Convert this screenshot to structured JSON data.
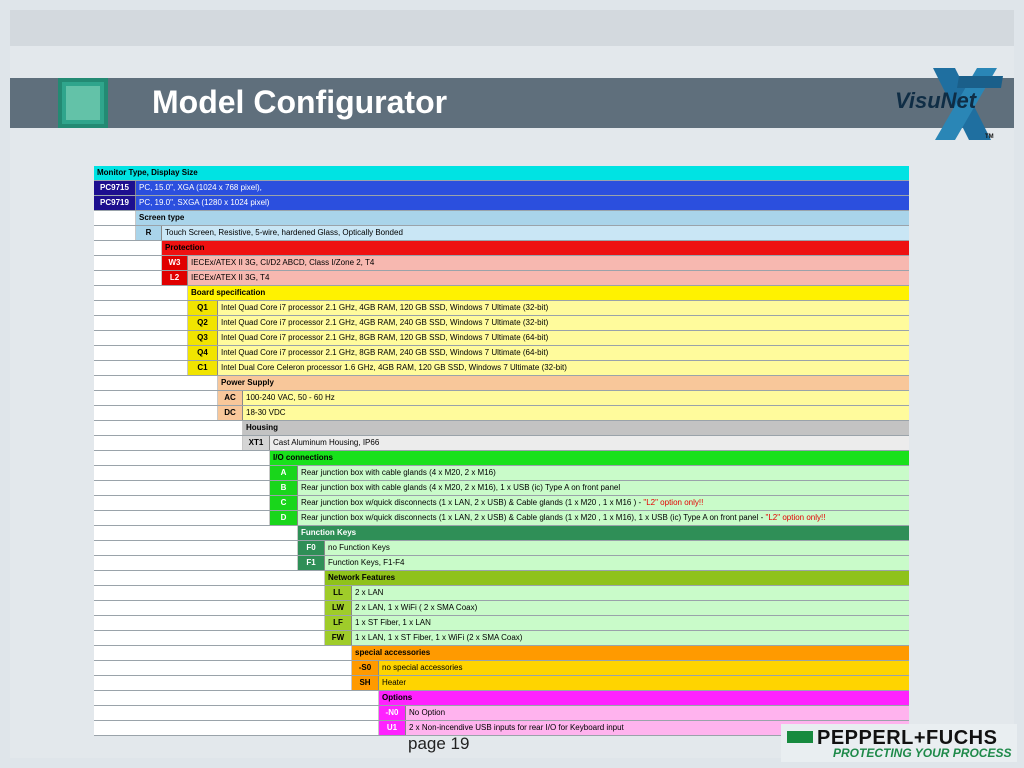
{
  "header": {
    "title": "Model Configurator",
    "logo_text": "VisuNet",
    "logo_mark": "XT",
    "logo_tm": "TM"
  },
  "configurator": [
    {
      "type": "head",
      "level": 0,
      "text": "Monitor Type, Display Size",
      "bg": "#00e3e3",
      "color": "#000"
    },
    {
      "type": "option",
      "level": 0,
      "code": "PC9715",
      "text": "PC, 15.0\", XGA (1024 x 768 pixel),",
      "bg": "#2b4fde",
      "code_bg": "#1d0f8f",
      "color": "#ffffff"
    },
    {
      "type": "option",
      "level": 0,
      "code": "PC9719",
      "text": "PC, 19.0\", SXGA (1280 x 1024 pixel)",
      "bg": "#2b4fde",
      "code_bg": "#1d0f8f",
      "color": "#ffffff"
    },
    {
      "type": "head",
      "level": 1,
      "text": "Screen type",
      "bg": "#a9d4ea",
      "color": "#000"
    },
    {
      "type": "option",
      "level": 1,
      "code": "R",
      "text": "Touch Screen, Resistive, 5-wire, hardened Glass, Optically Bonded",
      "bg": "#c9e6f5",
      "code_bg": "#a9d4ea",
      "color": "#000"
    },
    {
      "type": "head",
      "level": 2,
      "text": "Protection",
      "bg": "#ee1111",
      "color": "#000"
    },
    {
      "type": "option",
      "level": 2,
      "code": "W3",
      "text": "IECEx/ATEX II 3G, CI/D2 ABCD, Class I/Zone 2, T4",
      "bg": "#f7b8b0",
      "code_bg": "#e00000",
      "color": "#000",
      "code_color": "#ffffff"
    },
    {
      "type": "option",
      "level": 2,
      "code": "L2",
      "text": "IECEx/ATEX II 3G, T4",
      "bg": "#f7b8b0",
      "code_bg": "#e00000",
      "color": "#000",
      "code_color": "#ffffff"
    },
    {
      "type": "head",
      "level": 3,
      "text": "Board specification",
      "bg": "#fff200",
      "color": "#000"
    },
    {
      "type": "option",
      "level": 3,
      "code": "Q1",
      "text": "Intel Quad Core i7 processor 2.1 GHz, 4GB RAM, 120 GB SSD, Windows 7 Ultimate (32-bit)",
      "bg": "#fffb9c",
      "code_bg": "#f1e400",
      "color": "#000"
    },
    {
      "type": "option",
      "level": 3,
      "code": "Q2",
      "text": "Intel Quad Core i7 processor 2.1 GHz, 4GB RAM, 240 GB SSD, Windows 7 Ultimate (32-bit)",
      "bg": "#fffb9c",
      "code_bg": "#f1e400",
      "color": "#000"
    },
    {
      "type": "option",
      "level": 3,
      "code": "Q3",
      "text": "Intel Quad Core i7 processor 2.1 GHz, 8GB RAM, 120 GB SSD, Windows 7 Ultimate (64-bit)",
      "bg": "#fffb9c",
      "code_bg": "#f1e400",
      "color": "#000"
    },
    {
      "type": "option",
      "level": 3,
      "code": "Q4",
      "text": "Intel Quad Core i7 processor 2.1 GHz, 8GB RAM, 240 GB SSD, Windows 7 Ultimate (64-bit)",
      "bg": "#fffb9c",
      "code_bg": "#f1e400",
      "color": "#000"
    },
    {
      "type": "option",
      "level": 3,
      "code": "C1",
      "text": "Intel Dual Core Celeron processor 1.6 GHz, 4GB RAM, 120 GB SSD, Windows 7 Ultimate (32-bit)",
      "bg": "#fffb9c",
      "code_bg": "#f1e400",
      "color": "#000"
    },
    {
      "type": "head",
      "level": 4,
      "text": "Power Supply",
      "bg": "#f8c79a",
      "color": "#000"
    },
    {
      "type": "option",
      "level": 4,
      "code": "AC",
      "text": "100-240 VAC, 50 - 60 Hz",
      "bg": "#fffb9c",
      "code_bg": "#f8c79a",
      "color": "#000"
    },
    {
      "type": "option",
      "level": 4,
      "code": "DC",
      "text": "18-30 VDC",
      "bg": "#fffb9c",
      "code_bg": "#f8c79a",
      "color": "#000"
    },
    {
      "type": "head",
      "level": 5,
      "text": "Housing",
      "bg": "#c3c3c3",
      "color": "#000"
    },
    {
      "type": "option",
      "level": 5,
      "code": "XT1",
      "text": "Cast Aluminum Housing, IP66",
      "bg": "#ececec",
      "code_bg": "#d5d5d5",
      "color": "#000"
    },
    {
      "type": "head",
      "level": 6,
      "text": "I/O connections",
      "bg": "#19e11b",
      "color": "#000"
    },
    {
      "type": "option",
      "level": 6,
      "code": "A",
      "text": "Rear junction box with cable glands (4 x M20, 2 x M16)",
      "bg": "#c9fbc9",
      "code_bg": "#19d61b",
      "color": "#000",
      "code_color": "#ffffff"
    },
    {
      "type": "option",
      "level": 6,
      "code": "B",
      "text": "Rear junction box with cable glands (4 x M20, 2 x M16), 1 x USB (ic) Type A on front panel",
      "bg": "#c9fbc9",
      "code_bg": "#19d61b",
      "color": "#000",
      "code_color": "#ffffff"
    },
    {
      "type": "option",
      "level": 6,
      "code": "C",
      "text": "Rear junction box w/quick disconnects (1 x LAN, 2 x USB) & Cable glands (1 x M20 , 1 x M16 ) - ",
      "note": "\"L2\" option only!!",
      "bg": "#c9fbc9",
      "code_bg": "#19d61b",
      "color": "#000",
      "code_color": "#ffffff"
    },
    {
      "type": "option",
      "level": 6,
      "code": "D",
      "text": "Rear junction box w/quick disconnects (1 x LAN, 2 x USB) & Cable glands (1 x M20 , 1 x M16), 1 x USB (ic) Type A on front panel - ",
      "note": "\"L2\" option only!!",
      "bg": "#c9fbc9",
      "code_bg": "#19d61b",
      "color": "#000",
      "code_color": "#ffffff"
    },
    {
      "type": "head",
      "level": 7,
      "text": "Function Keys",
      "bg": "#2f8f57",
      "color": "#ffffff"
    },
    {
      "type": "option",
      "level": 7,
      "code": "F0",
      "text": "no Function Keys",
      "bg": "#c9fbc9",
      "code_bg": "#2f8f57",
      "color": "#000",
      "code_color": "#ffffff"
    },
    {
      "type": "option",
      "level": 7,
      "code": "F1",
      "text": "Function Keys, F1-F4",
      "bg": "#c9fbc9",
      "code_bg": "#2f8f57",
      "color": "#000",
      "code_color": "#ffffff"
    },
    {
      "type": "head",
      "level": 8,
      "text": "Network Features",
      "bg": "#8fc21b",
      "color": "#000"
    },
    {
      "type": "option",
      "level": 8,
      "code": "LL",
      "text": "2 x LAN",
      "bg": "#c9fbc9",
      "code_bg": "#9fcc2a",
      "color": "#000"
    },
    {
      "type": "option",
      "level": 8,
      "code": "LW",
      "text": "2 x LAN, 1 x WiFi ( 2 x SMA Coax)",
      "bg": "#c9fbc9",
      "code_bg": "#9fcc2a",
      "color": "#000"
    },
    {
      "type": "option",
      "level": 8,
      "code": "LF",
      "text": "1 x ST Fiber, 1 x LAN",
      "bg": "#c9fbc9",
      "code_bg": "#9fcc2a",
      "color": "#000"
    },
    {
      "type": "option",
      "level": 8,
      "code": "FW",
      "text": "1 x LAN, 1 x ST Fiber, 1 x WiFi (2 x SMA Coax)",
      "bg": "#c9fbc9",
      "code_bg": "#9fcc2a",
      "color": "#000"
    },
    {
      "type": "head",
      "level": 9,
      "text": "special accessories",
      "bg": "#ff9a00",
      "color": "#000"
    },
    {
      "type": "option",
      "level": 9,
      "code": "-S0",
      "text": "no special accessories",
      "bg": "#ffd400",
      "code_bg": "#ff9a00",
      "color": "#000"
    },
    {
      "type": "option",
      "level": 9,
      "code": "SH",
      "text": "Heater",
      "bg": "#ffd400",
      "code_bg": "#ff9a00",
      "color": "#000"
    },
    {
      "type": "head",
      "level": 10,
      "text": "Options",
      "bg": "#ff22ff",
      "color": "#000"
    },
    {
      "type": "option",
      "level": 10,
      "code": "-N0",
      "text": "No Option",
      "bg": "#ffb3ee",
      "code_bg": "#ff22ff",
      "color": "#000",
      "code_color": "#ffffff"
    },
    {
      "type": "option",
      "level": 10,
      "code": "U1",
      "text": "2 x Non-incendive USB inputs for rear I/O for Keyboard input",
      "bg": "#ffb3ee",
      "code_bg": "#ff22ff",
      "color": "#000",
      "code_color": "#ffffff"
    }
  ],
  "footer": {
    "page_label": "page 19",
    "brand_name": "PEPPERL+FUCHS",
    "brand_slogan": "PROTECTING YOUR PROCESS"
  }
}
